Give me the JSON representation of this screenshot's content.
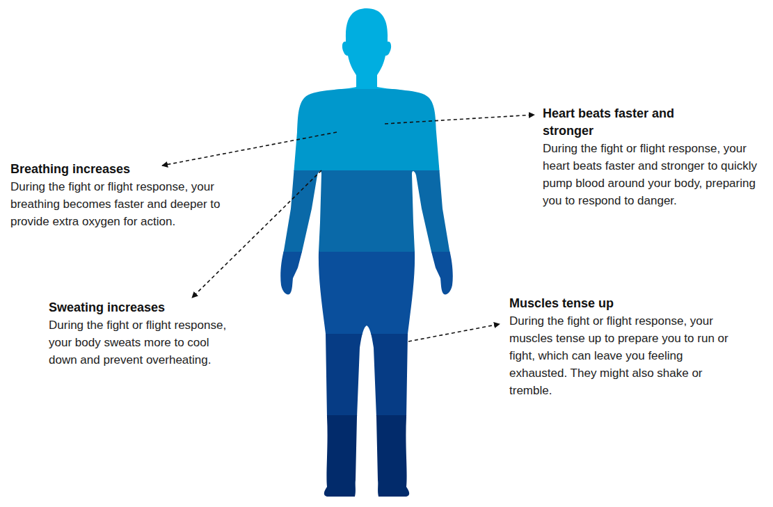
{
  "diagram": {
    "labels": [
      "Heart beats faster and stronger",
      "During the fight or flight response, your heart beats faster and stronger to quickly pump blood around your body, preparing you to respond to danger.",
      "Breathing increases",
      "During the fight or flight response, your breathing becomes faster and deeper to provide extra oxygen for action.",
      "Sweating increases",
      "During the fight or flight response, your body sweats more to cool down and prevent overheating.",
      "Muscles tense up",
      "During the fight or flight response, your muscles tense up to prepare you to run or fight, which can leave you feeling exhausted. They might also shake or tremble."
    ]
  }
}
